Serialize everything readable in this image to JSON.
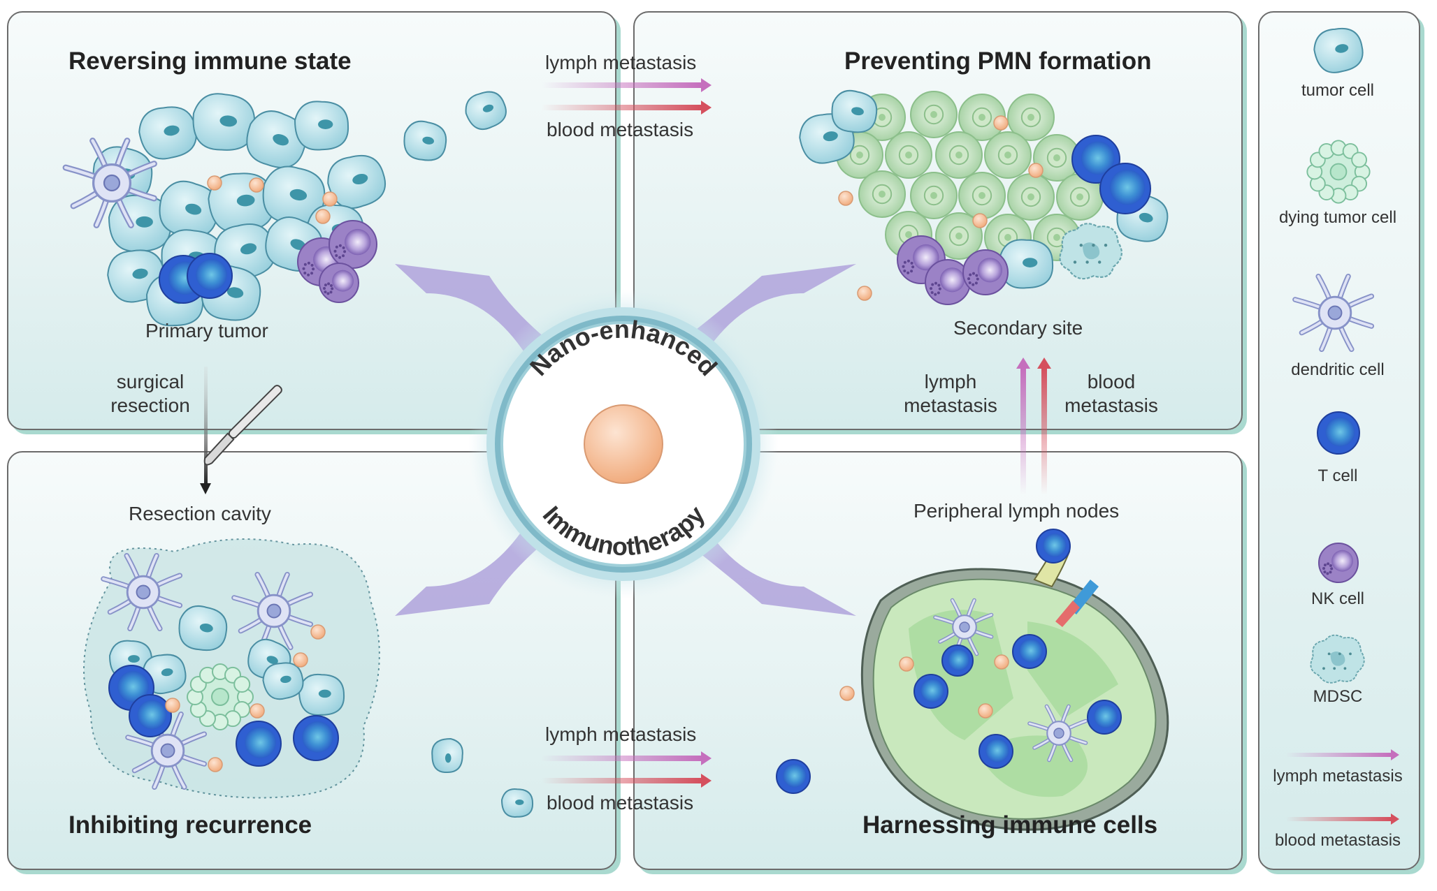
{
  "panels": {
    "top_left": {
      "title": "Reversing immune state",
      "primary_tumor": "Primary tumor",
      "surgical_resection": "surgical\nresection"
    },
    "top_right": {
      "title": "Preventing PMN formation",
      "secondary_site": "Secondary site",
      "lymph_metastasis": "lymph\nmetastasis",
      "blood_metastasis": "blood\nmetastasis"
    },
    "bottom_left": {
      "title": "Inhibiting recurrence",
      "resection_cavity": "Resection cavity"
    },
    "bottom_right": {
      "title": "Harnessing immune cells",
      "peripheral_lymph_nodes": "Peripheral lymph nodes"
    }
  },
  "arrows_top": {
    "lymph": "lymph metastasis",
    "blood": "blood metastasis"
  },
  "arrows_bottom": {
    "lymph": "lymph metastasis",
    "blood": "blood metastasis"
  },
  "center": {
    "top_text": "Nano-enhanced",
    "bottom_text": "Immunotherapy"
  },
  "legend": {
    "items": [
      {
        "label": "tumor cell",
        "icon": "tumor-cell-icon"
      },
      {
        "label": "dying tumor cell",
        "icon": "dying-tumor-cell-icon"
      },
      {
        "label": "dendritic cell",
        "icon": "dendritic-cell-icon"
      },
      {
        "label": "T cell",
        "icon": "t-cell-icon"
      },
      {
        "label": "NK cell",
        "icon": "nk-cell-icon"
      },
      {
        "label": "MDSC",
        "icon": "mdsc-icon"
      },
      {
        "label": "lymph metastasis",
        "icon": "lymph-arrow-icon"
      },
      {
        "label": "blood metastasis",
        "icon": "blood-arrow-icon"
      }
    ]
  },
  "colors": {
    "tumor": "#a9d9e3",
    "tumor_stroke": "#4a8ea3",
    "dying": "#b9e6cf",
    "tcell": "#2f6fd6",
    "nk": "#8f76bd",
    "nanoparticle": "#f4b48a",
    "lymph_arrow": "#c56fbd",
    "blood_arrow": "#d5505e",
    "big_arrow": "#a99ad6"
  }
}
